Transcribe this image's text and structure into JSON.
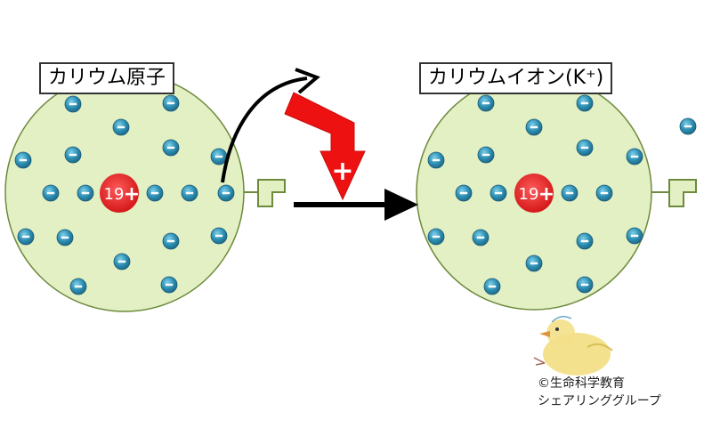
{
  "labels": {
    "atom": "カリウム原子",
    "ion": "カリウムイオン(K⁺)"
  },
  "nucleus": {
    "atom": {
      "charge": "19",
      "sign": "+"
    },
    "ion": {
      "charge": "19",
      "sign": "+"
    }
  },
  "arrow_sign": "+",
  "credit": {
    "line1": "©生命科学教育",
    "line2": "シェアリンググループ"
  },
  "icons": [
    "electron-icon",
    "nucleus-icon",
    "outer-electron-tab-icon",
    "red-plus-arrow-icon",
    "chick-mascot-icon"
  ],
  "colors": {
    "atom_fill": "#e2f0c4",
    "atom_stroke": "#6e8a3c",
    "nucleus": "#e41b1b",
    "electron": "#2d8fb3",
    "arrow_red": "#ee1111",
    "arrow_black": "#000000"
  }
}
